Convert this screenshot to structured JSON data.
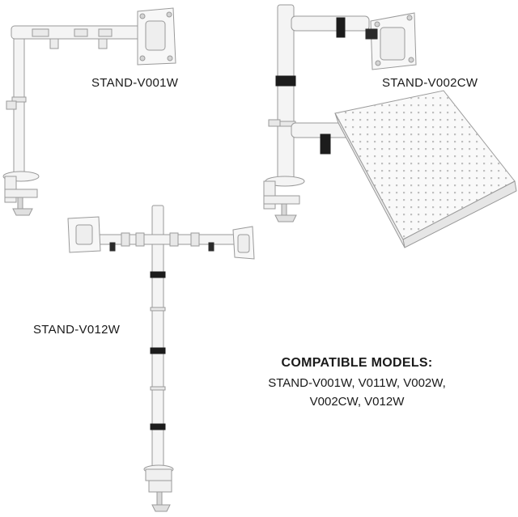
{
  "labels": {
    "v001w": "STAND-V001W",
    "v002cw": "STAND-V002CW",
    "v012w": "STAND-V012W"
  },
  "compatible": {
    "title": "COMPATIBLE MODELS:",
    "lines": [
      "STAND-V001W, V011W, V002W,",
      "V002CW, V012W"
    ]
  },
  "colors": {
    "product": "#f4f4f4",
    "outline": "#9a9a9a",
    "accent": "#1c1c1c",
    "text": "#1a1a1a"
  }
}
